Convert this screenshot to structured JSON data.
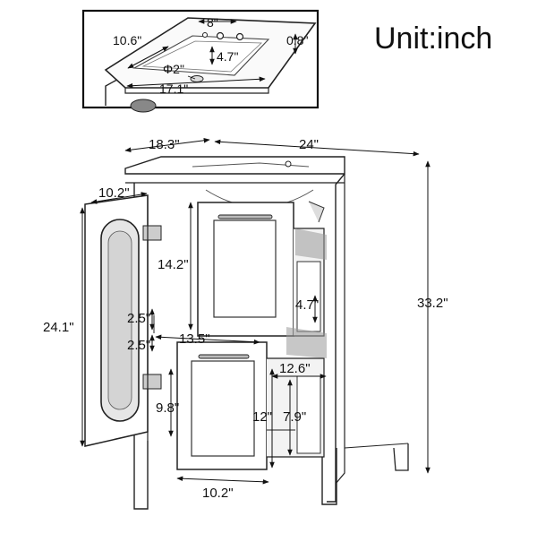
{
  "title": "Unit:inch",
  "inset": {
    "faucet_spacing": "8\"",
    "basin_depth": "10.6\"",
    "basin_height": "4.7\"",
    "rim_thickness": "0.8\"",
    "drain_diameter": "Φ2\"",
    "basin_width": "17.1\""
  },
  "main": {
    "depth": "18.3\"",
    "width": "24\"",
    "height": "33.2\"",
    "door_width": "10.2\"",
    "door_height": "24.1\"",
    "top_drawer_height": "14.2\"",
    "inner_depth_top": "4.7\"",
    "gap_a": "2.5\"",
    "gap_b": "2.5\"",
    "drawer_width_inner": "13.5\"",
    "drawer_depth": "12.6\"",
    "door_bottom": "9.8\"",
    "bottom_drawer_height": "12\"",
    "inner_depth_bottom": "7.9\"",
    "bottom_width": "10.2\""
  }
}
